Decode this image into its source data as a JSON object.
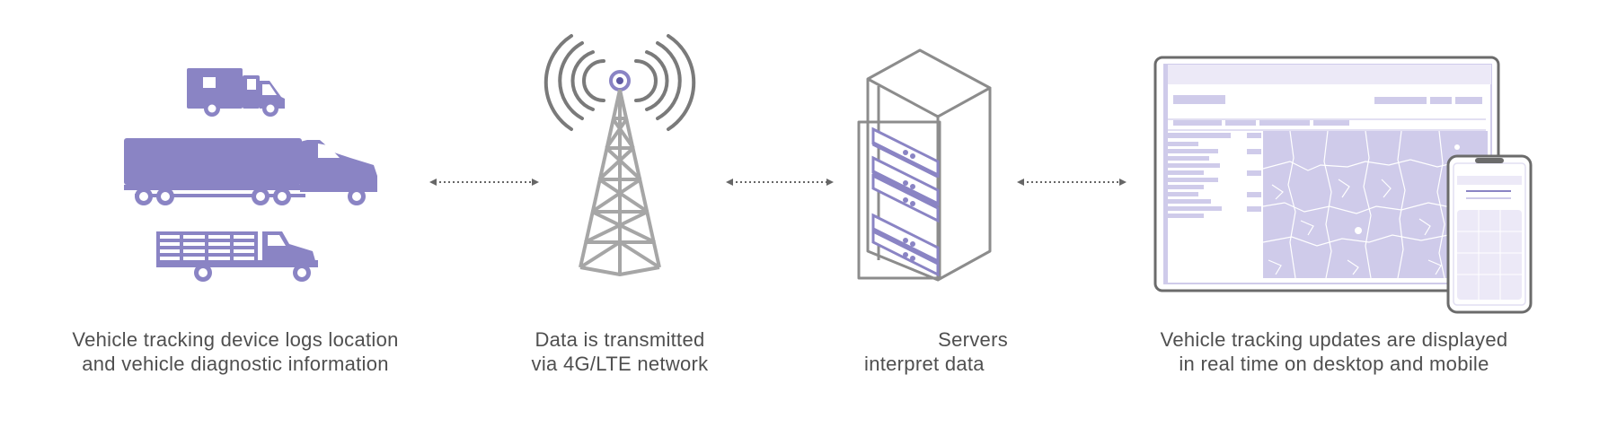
{
  "steps": [
    {
      "line1": "Vehicle tracking device logs location",
      "line2": "and vehicle diagnostic information",
      "icon": "vehicles-icon"
    },
    {
      "line1": "Data is transmitted",
      "line2": "via 4G/LTE network",
      "icon": "cell-tower-icon"
    },
    {
      "line1": "Servers",
      "line2": "interpret data",
      "icon": "server-rack-icon"
    },
    {
      "line1": "Vehicle tracking updates are displayed",
      "line2": "in real time on desktop and mobile",
      "icon": "desktop-mobile-icon"
    }
  ],
  "colors": {
    "accent": "#8a84c4",
    "accent_light": "#cfcbea",
    "gray": "#a6a6a6",
    "dark_gray": "#6b6b6b",
    "text": "#4f4f4f"
  }
}
